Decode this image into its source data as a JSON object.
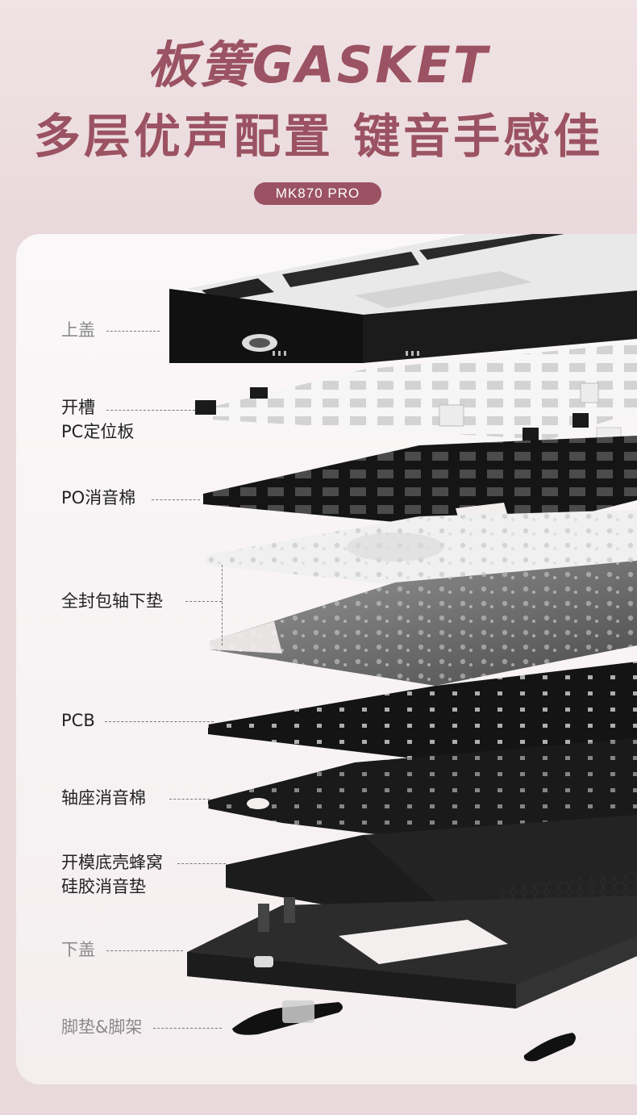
{
  "header": {
    "title_line1": "板簧GASKET",
    "title_line2": "多层优声配置 键音手感佳",
    "model_badge": "MK870 PRO"
  },
  "layers": [
    {
      "label": "上盖"
    },
    {
      "label_line1": "开槽",
      "label_line2": "PC定位板"
    },
    {
      "label": "PO消音棉"
    },
    {
      "label": "全封包轴下垫"
    },
    {
      "label": "PCB"
    },
    {
      "label": "轴座消音棉"
    },
    {
      "label_line1": "开模底壳蜂窝",
      "label_line2": "硅胶消音垫"
    },
    {
      "label": "下盖"
    },
    {
      "label": "脚垫&脚架"
    }
  ],
  "colors": {
    "brand": "#9b5262",
    "background": "#ead9dc",
    "card": "#f7f2f3"
  }
}
